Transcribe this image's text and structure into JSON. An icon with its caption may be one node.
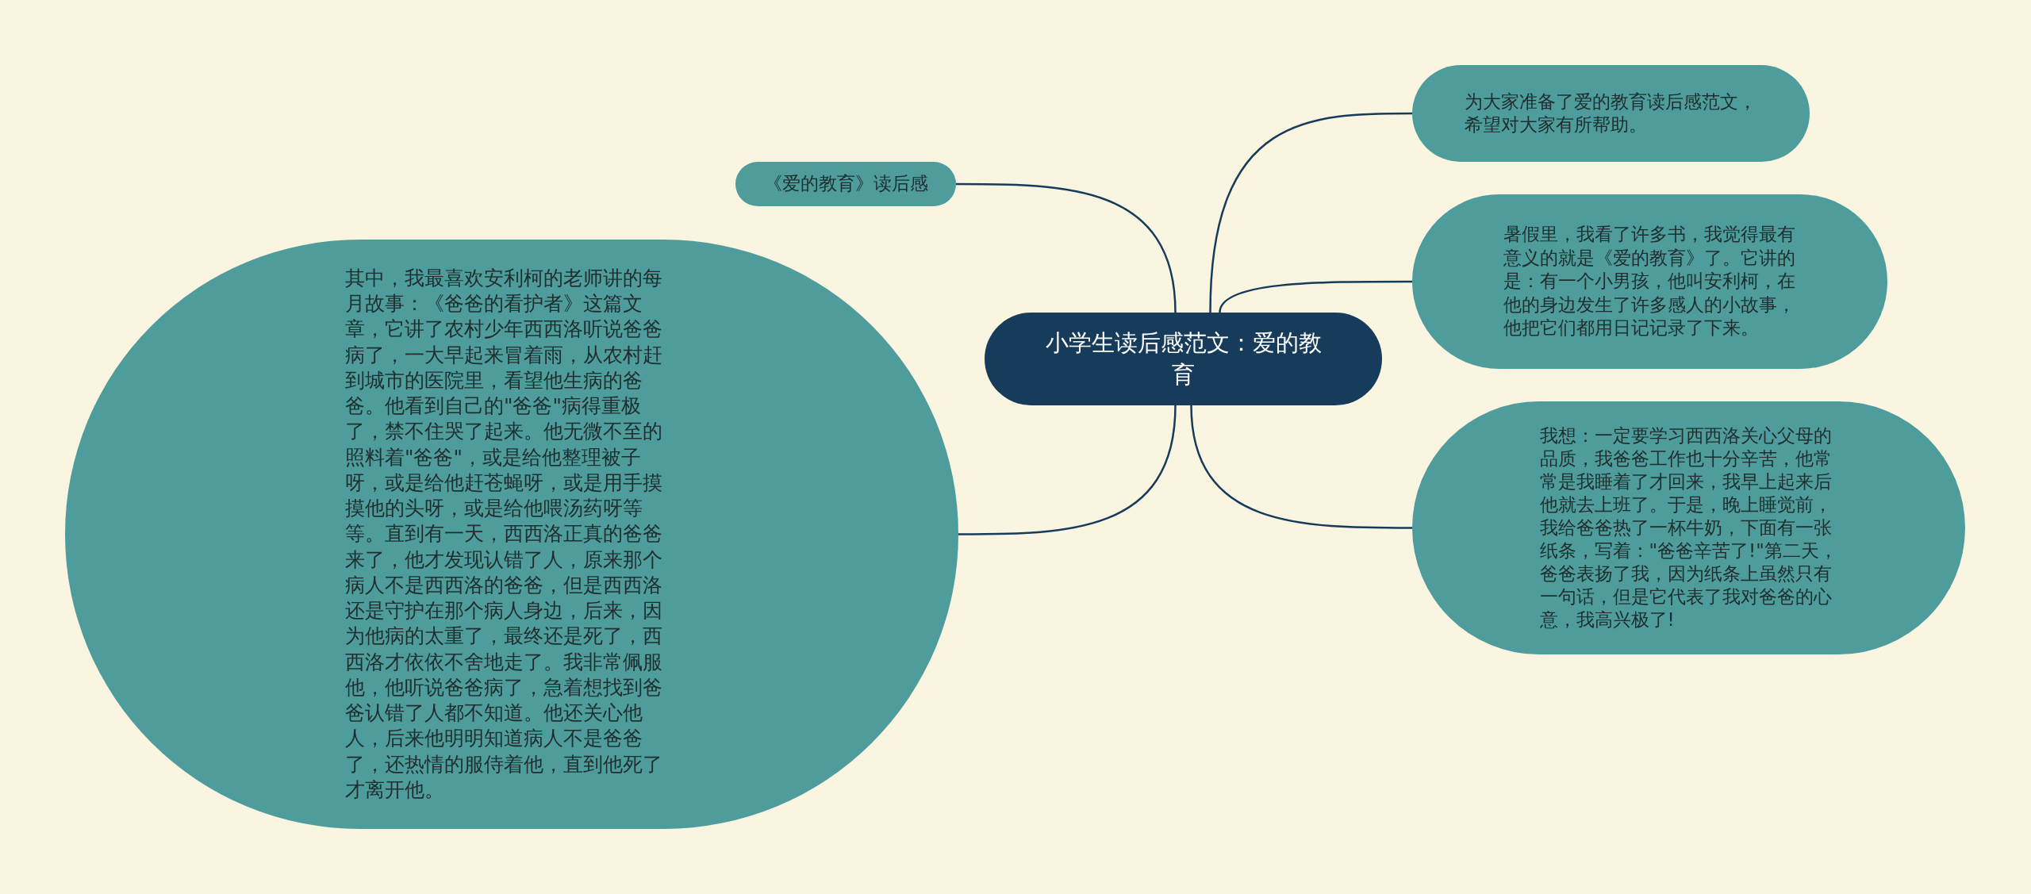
{
  "diagram": {
    "nodes": [
      {
        "text": [
          "小学生读后感范文：爱的教育"
        ]
      },
      {
        "text": [
          "《爱的教育》读后感"
        ]
      },
      {
        "text": [
          "其中，我最喜欢安利柯的老师讲的每月故事：《爸爸的看护者》这篇文章，它讲了农村少年西西洛听说爸爸病了，一大早起来冒着雨，从农村赶到城市的医院里，看望他生病的爸爸。他看到自己的\"爸爸\"病得重极了，禁不住哭了起来。他无微不至的照料着\"爸爸\"，或是给他整理被子呀，或是给他赶苍蝇呀，或是用手摸摸他的头呀，或是给他喂汤药呀等等。直到有一天，西西洛正真的爸爸来了，他才发现认错了人，原来那个病人不是西西洛的爸爸，但是西西洛还是守护在那个病人身边，后来，因为他病的太重了，最终还是死了，西西洛才依依不舍地走了。我非常佩服他，他听说爸爸病了，急着想找到爸爸认错了人都不知道。他还关心他人，后来他明明知道病人不是爸爸了，还热情的服侍着他，直到他死了才离开他。"
        ]
      },
      {
        "text": [
          "为大家准备了爱的教育读后感范文，希望对大家有所帮助。"
        ]
      },
      {
        "text": [
          "暑假里，我看了许多书，我觉得最有意义的就是《爱的教育》了。它讲的是：有一个小男孩，他叫安利柯，在他的身边发生了许多感人的小故事，他把它们都用日记记录了下来。"
        ]
      },
      {
        "text": [
          "我想：一定要学习西西洛关心父母的品质，我爸爸工作也十分辛苦，他常常是我睡着了才回来，我早上起来后他就去上班了。于是，晚上睡觉前，我给爸爸热了一杯牛奶，下面有一张纸条，写着：\"爸爸辛苦了!\"第二天，爸爸表扬了我，因为纸条上虽然只有一句话，但是它代表了我对爸爸的心意，我高兴极了!"
        ]
      }
    ],
    "edges": [
      {
        "from": 0,
        "to": 1,
        "arrow": "none"
      },
      {
        "from": 0,
        "to": 2,
        "arrow": "none"
      },
      {
        "from": 0,
        "to": 3,
        "arrow": "none"
      },
      {
        "from": 0,
        "to": 4,
        "arrow": "none"
      },
      {
        "from": 0,
        "to": 5,
        "arrow": "none"
      }
    ]
  }
}
